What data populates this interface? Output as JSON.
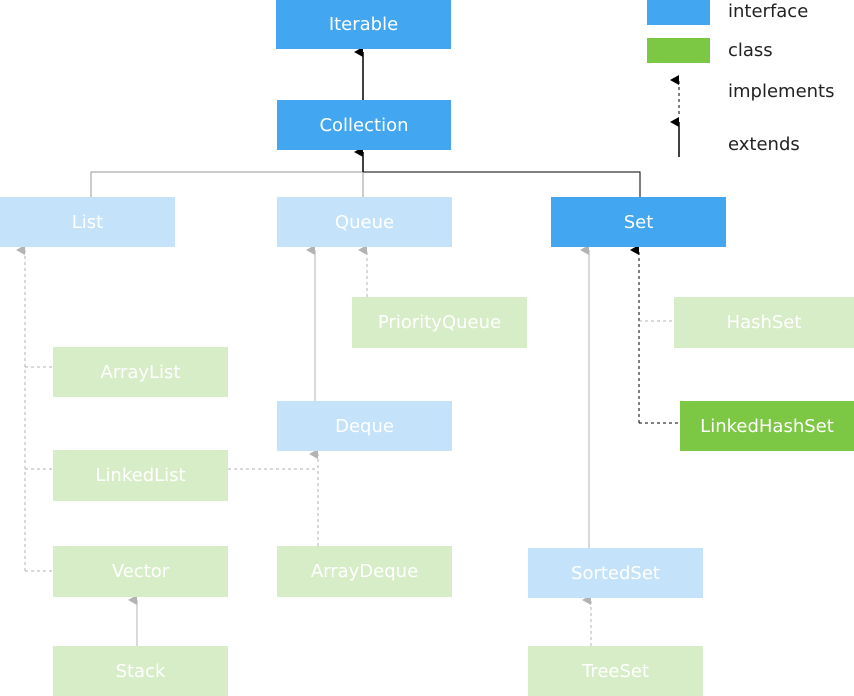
{
  "nodes": {
    "iterable": "Iterable",
    "collection": "Collection",
    "list": "List",
    "queue": "Queue",
    "set": "Set",
    "priorityqueue": "PriorityQueue",
    "hashset": "HashSet",
    "arraylist": "ArrayList",
    "deque": "Deque",
    "linkedhashset": "LinkedHashSet",
    "linkedlist": "LinkedList",
    "vector": "Vector",
    "arraydeque": "ArrayDeque",
    "sortedset": "SortedSet",
    "stack": "Stack",
    "treeset": "TreeSet"
  },
  "legend": {
    "interface": "interface",
    "class": "class",
    "implements": "implements",
    "extends": "extends"
  },
  "colors": {
    "interface": "#42a7f0",
    "interface_faded": "#c4e2fa",
    "class": "#7cc743",
    "class_faded": "#d7edc7"
  }
}
